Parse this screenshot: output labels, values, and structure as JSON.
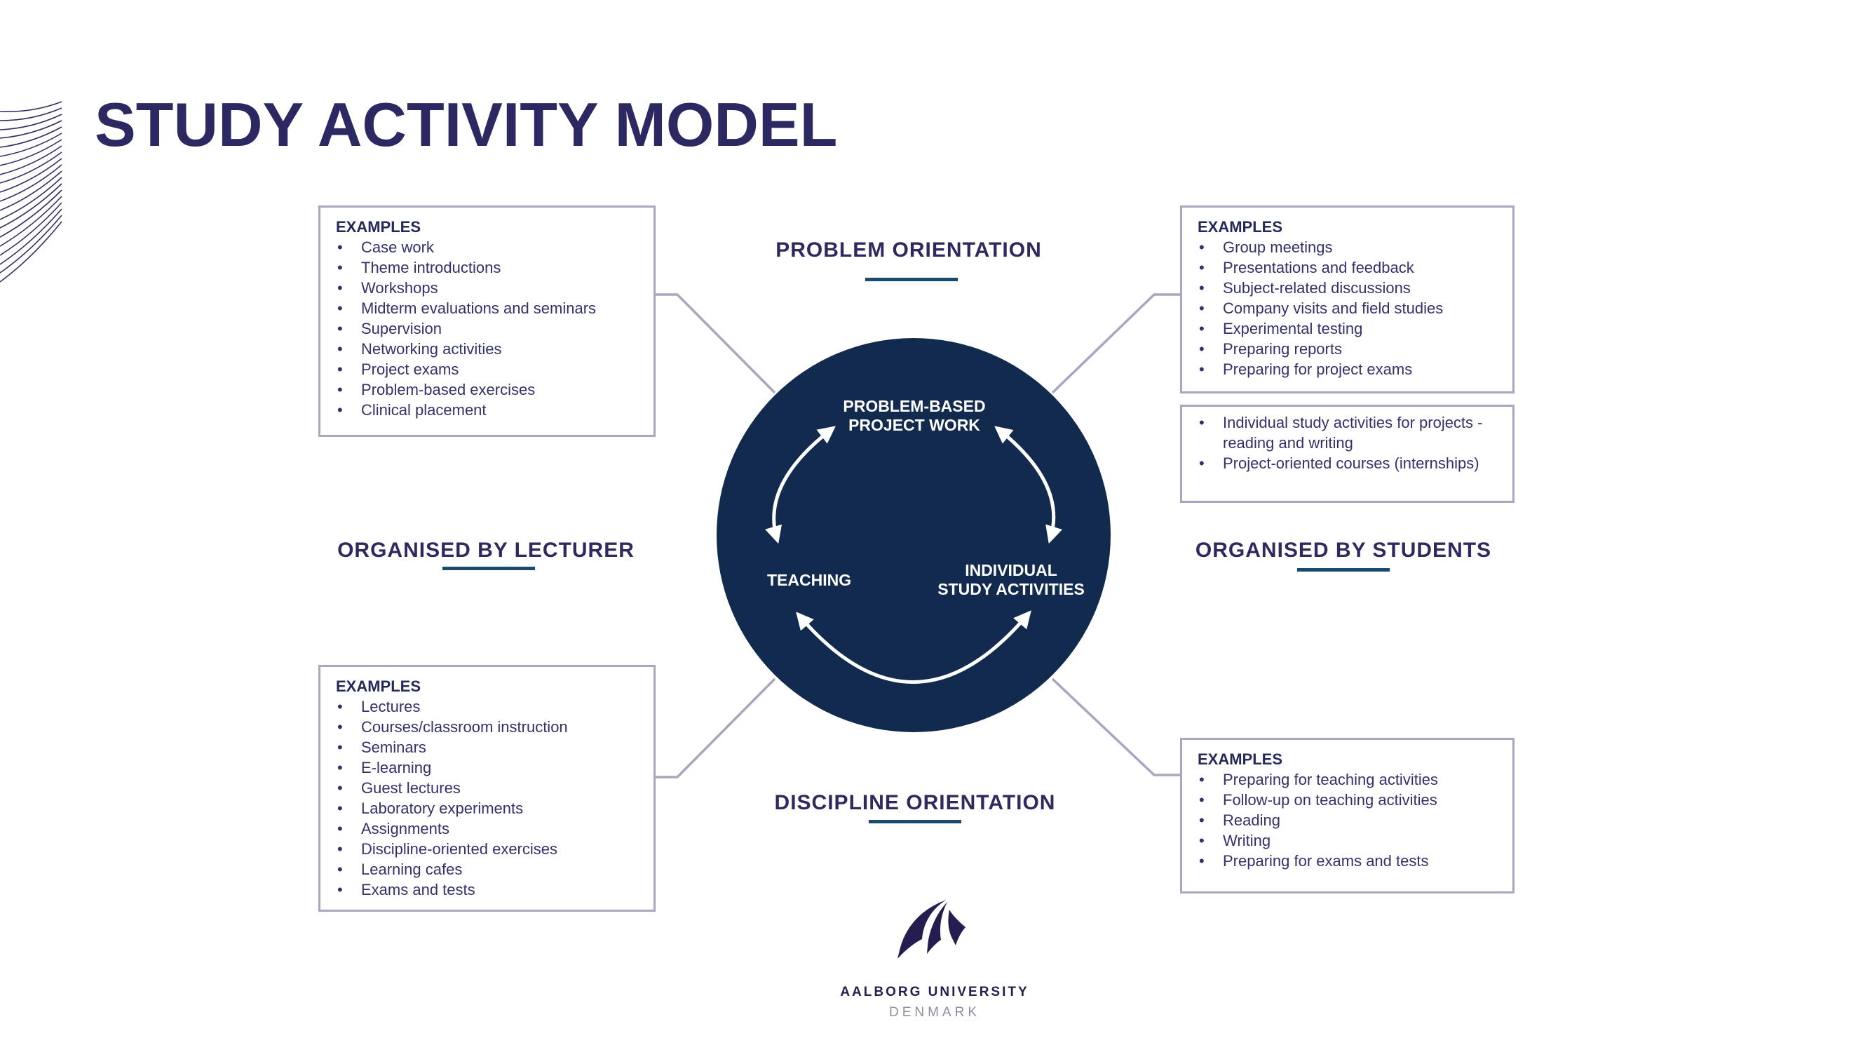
{
  "title": "STUDY ACTIVITY MODEL",
  "labels": {
    "top": "PROBLEM ORIENTATION",
    "left": "ORGANISED BY LECTURER",
    "right": "ORGANISED BY STUDENTS",
    "bottom": "DISCIPLINE ORIENTATION"
  },
  "circle": {
    "problem_based": {
      "line1": "PROBLEM-BASED",
      "line2": "PROJECT WORK"
    },
    "teaching": "TEACHING",
    "individual": {
      "line1": "INDIVIDUAL",
      "line2": "STUDY ACTIVITIES"
    }
  },
  "boxes": {
    "top_left": {
      "header": "EXAMPLES",
      "items": [
        "Case work",
        "Theme introductions",
        "Workshops",
        "Midterm evaluations and seminars",
        "Supervision",
        "Networking activities",
        "Project exams",
        "Problem-based exercises",
        "Clinical placement"
      ]
    },
    "top_right": {
      "header": "EXAMPLES",
      "items": [
        "Group meetings",
        "Presentations and feedback",
        "Subject-related discussions",
        "Company visits and field studies",
        "Experimental testing",
        "Preparing reports",
        "Preparing for project exams"
      ]
    },
    "right_extra": {
      "items": [
        "Individual study activities for projects - reading and writing",
        "Project-oriented courses (internships)"
      ]
    },
    "bottom_left": {
      "header": "EXAMPLES",
      "items": [
        "Lectures",
        "Courses/classroom instruction",
        "Seminars",
        "E-learning",
        "Guest lectures",
        "Laboratory experiments",
        "Assignments",
        "Discipline-oriented exercises",
        "Learning cafes",
        "Exams and tests"
      ]
    },
    "bottom_right": {
      "header": "EXAMPLES",
      "items": [
        "Preparing for teaching activities",
        "Follow-up on teaching activities",
        "Reading",
        "Writing",
        "Preparing for exams and tests"
      ]
    }
  },
  "logo": {
    "university": "AALBORG UNIVERSITY",
    "country": "DENMARK"
  },
  "colors": {
    "circle_navy": "#122A4E",
    "heading_navy": "#2C2861",
    "list_text": "#32316B",
    "underline_teal_navy": "#1A4A6E",
    "box_border": "#A8A7BF",
    "connector_gray": "#A8A7BF",
    "logo_navy": "#241E50",
    "denmark_gray": "#8E8EA0",
    "arrow_white": "#FFFFFF"
  }
}
